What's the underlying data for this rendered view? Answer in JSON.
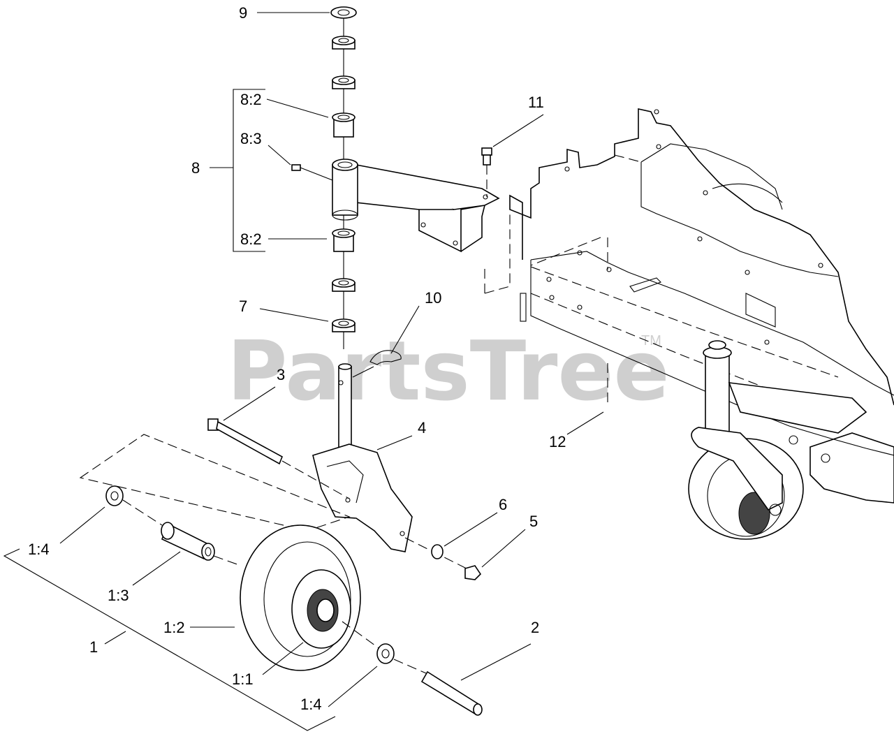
{
  "watermark": {
    "brand": "PartsTree",
    "trademark": "TM"
  },
  "callouts": {
    "c9": "9",
    "c8_2_top": "8:2",
    "c8_3": "8:3",
    "c8": "8",
    "c8_2_bottom": "8:2",
    "c11": "11",
    "c10": "10",
    "c7": "7",
    "c3": "3",
    "c4": "4",
    "c12": "12",
    "c6": "6",
    "c5": "5",
    "c1_4_top": "1:4",
    "c1_3": "1:3",
    "c1_2": "1:2",
    "c1": "1",
    "c1_1": "1:1",
    "c2": "2",
    "c1_4_bottom": "1:4"
  }
}
